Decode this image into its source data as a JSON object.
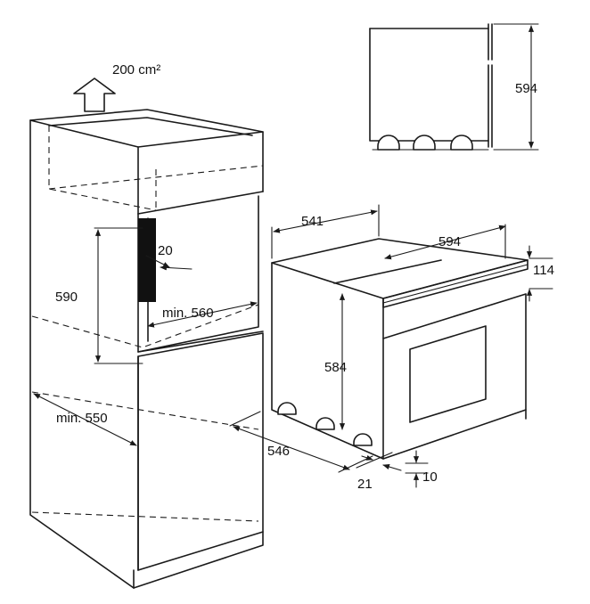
{
  "labels": {
    "ventilation": "200 cm²",
    "inset_front_view_height": "594",
    "oven_depth": "541",
    "oven_width": "594",
    "control_panel_height": "114",
    "niche_height": "590",
    "vent_gap": "20",
    "niche_width": "min. 560",
    "oven_body_height": "584",
    "cabinet_depth": "min. 550",
    "oven_body_depth": "546",
    "door_thickness": "21",
    "door_offset": "10"
  }
}
